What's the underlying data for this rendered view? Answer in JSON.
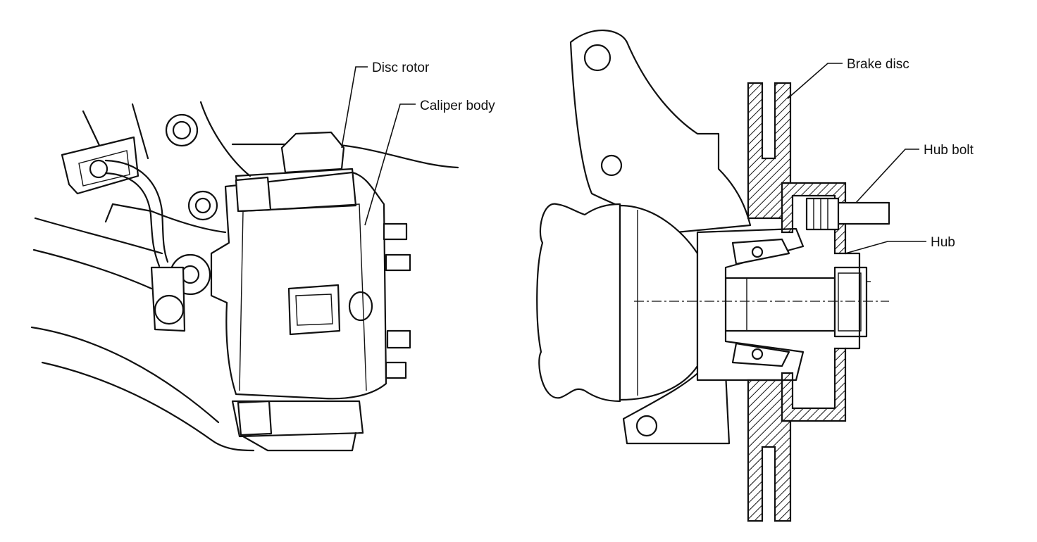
{
  "labels": {
    "disc_rotor": "Disc rotor",
    "caliper_body": "Caliper body",
    "brake_disc": "Brake disc",
    "hub_bolt": "Hub bolt",
    "hub": "Hub"
  },
  "colors": {
    "ink": "#111111",
    "paper": "#ffffff"
  }
}
